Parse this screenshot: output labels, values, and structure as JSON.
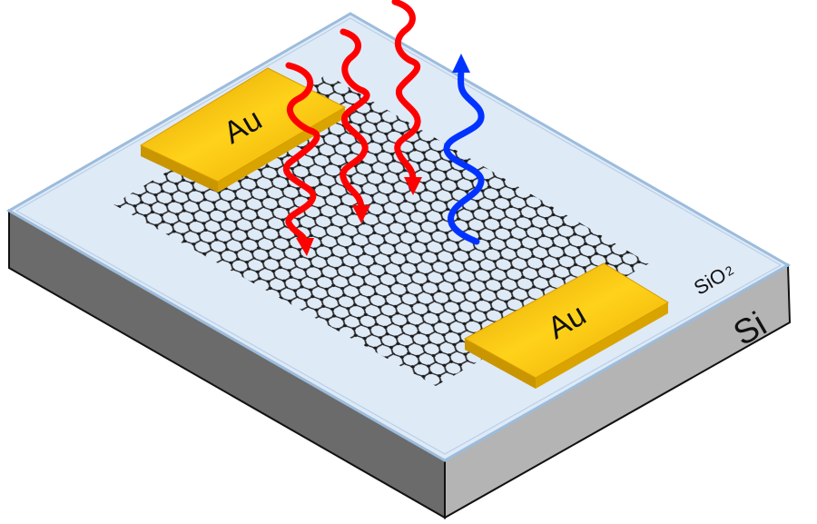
{
  "diagram": {
    "type": "device-schematic",
    "description": "Graphene photodetector on SiO2/Si substrate with two Au contacts; incident red photons absorbed, blue photon emitted",
    "layers": [
      {
        "name": "Si",
        "label": "Si",
        "color": "#b4b4b4",
        "side_dark": "#6b6b6b"
      },
      {
        "name": "SiO2",
        "label": "SiO",
        "subscript": "2",
        "color": "#dfeaf7",
        "edge": "#9cbcdc"
      }
    ],
    "contacts": [
      {
        "label": "Au",
        "color": "#f2b800"
      },
      {
        "label": "Au",
        "color": "#f2b800"
      }
    ],
    "sheet": {
      "name": "graphene",
      "color": "#222222"
    },
    "photons": [
      {
        "direction": "incoming",
        "color": "#ff0000",
        "count": 3
      },
      {
        "direction": "outgoing",
        "color": "#0033ff",
        "count": 1
      }
    ]
  },
  "labels": {
    "au_top": "Au",
    "au_bottom": "Au",
    "sio2": "SiO",
    "sio2_sub": "2",
    "si": "Si"
  }
}
